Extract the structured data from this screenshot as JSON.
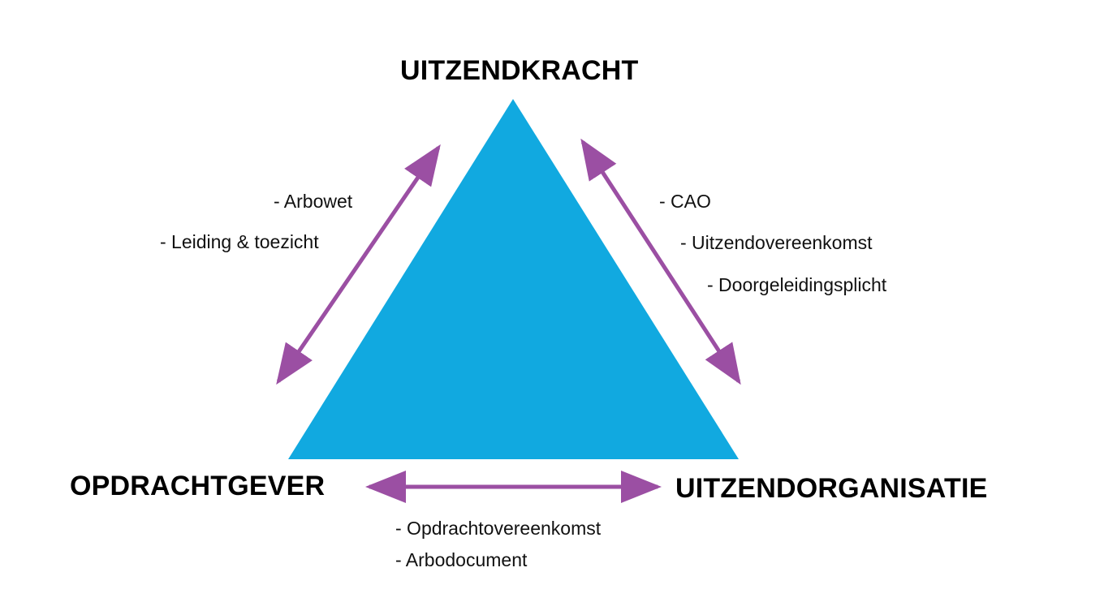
{
  "nodes": {
    "top": "UITZENDKRACHT",
    "left": "OPDRACHTGEVER",
    "right": "UITZENDORGANISATIE"
  },
  "relations": {
    "left_edge": [
      "- Arbowet",
      "- Leiding & toezicht"
    ],
    "right_edge": [
      "- CAO",
      "- Uitzendovereenkomst",
      "- Doorgeleidingsplicht"
    ],
    "bottom_edge": [
      "- Opdrachtovereenkomst",
      "- Arbodocument"
    ]
  },
  "colors": {
    "triangle": "#11a9e0",
    "arrow": "#9b4fa3",
    "text": "#000000"
  }
}
